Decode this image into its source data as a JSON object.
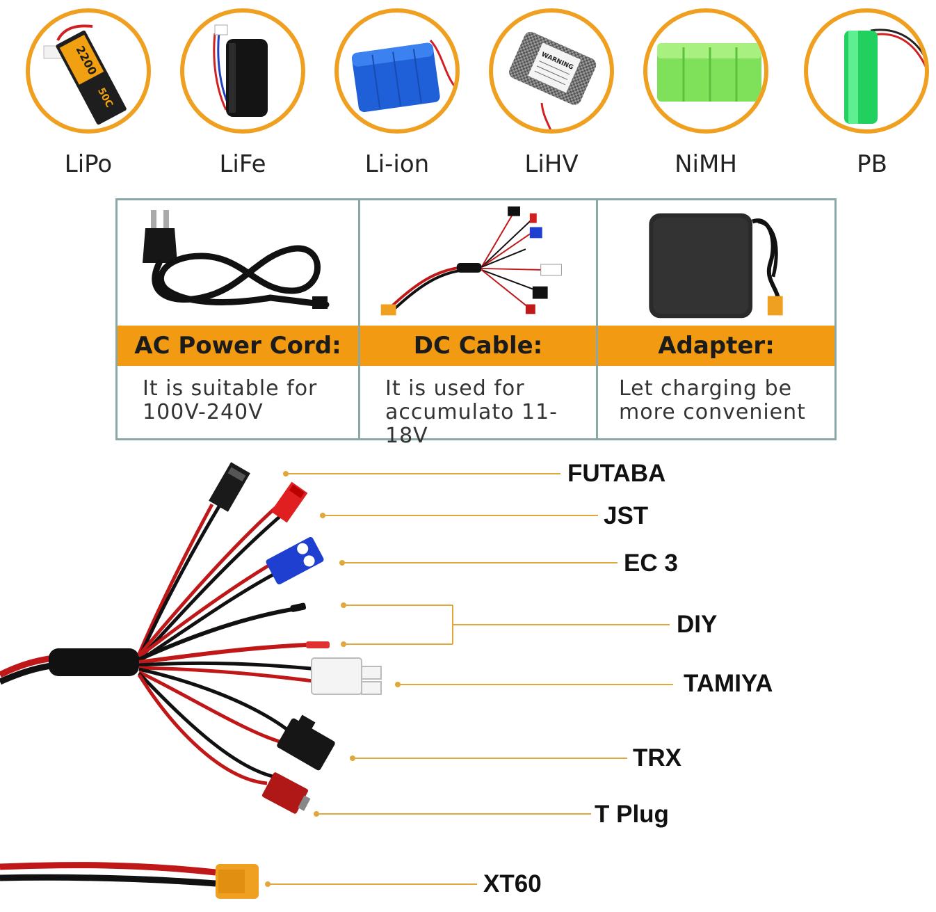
{
  "batteries": [
    {
      "label": "LiPo",
      "icon": "lipo-battery-icon"
    },
    {
      "label": "LiFe",
      "icon": "life-battery-icon"
    },
    {
      "label": "Li-ion",
      "icon": "li-ion-battery-icon"
    },
    {
      "label": "LiHV",
      "icon": "lihv-battery-icon"
    },
    {
      "label": "NiMH",
      "icon": "nimh-battery-icon"
    },
    {
      "label": "PB",
      "icon": "pb-battery-icon"
    }
  ],
  "accessories": [
    {
      "title": "AC Power Cord:",
      "line1": "It is suitable for",
      "line2": "100V-240V",
      "icon": "ac-power-cord-icon"
    },
    {
      "title": "DC Cable:",
      "line1": "It is used for",
      "line2": "accumulato 11-18V",
      "icon": "dc-cable-icon"
    },
    {
      "title": "Adapter:",
      "line1": "Let charging be",
      "line2": "more convenient",
      "icon": "adapter-icon"
    }
  ],
  "connectors": {
    "futaba": "FUTABA",
    "jst": "JST",
    "ec3": "EC 3",
    "diy": "DIY",
    "tamiya": "TAMIYA",
    "trx": "TRX",
    "tplug": "T Plug",
    "xt60": "XT60"
  },
  "colors": {
    "accent": "#f29b12",
    "circle_border": "#f0a020",
    "table_border": "#8aa8a6",
    "leader_line": "#e0a83a"
  }
}
